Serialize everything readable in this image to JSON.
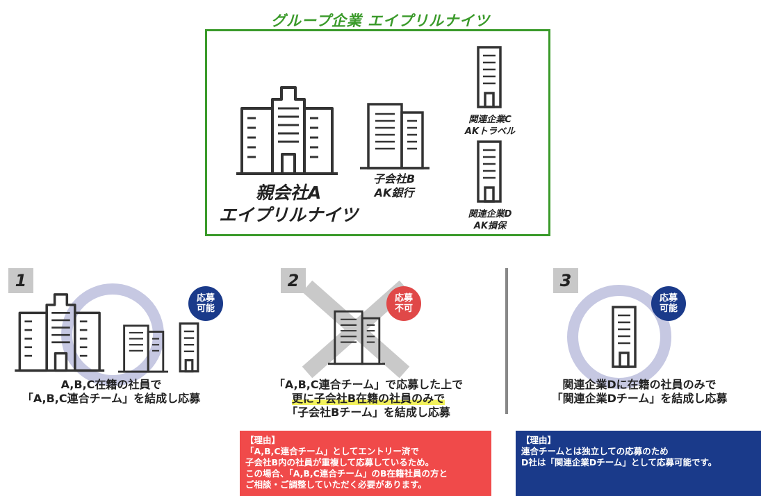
{
  "group": {
    "title": "グループ企業 エイプリルナイツ",
    "parent": {
      "line1": "親会社A",
      "line2": "エイプリルナイツ"
    },
    "sub_b": {
      "line1": "子会社B",
      "line2": "AK銀行"
    },
    "rel_c": {
      "line1": "関連企業C",
      "line2": "AKトラベル"
    },
    "rel_d": {
      "line1": "関連企業D",
      "line2": "AK損保"
    }
  },
  "cases": [
    {
      "number": "1",
      "badge": {
        "line1": "応募",
        "line2": "可能",
        "color": "#1a3a8a"
      },
      "caption": [
        "A,B,C在籍の社員で",
        "「A,B,C連合チーム」を結成し応募"
      ]
    },
    {
      "number": "2",
      "badge": {
        "line1": "応募",
        "line2": "不可",
        "color": "#e04848"
      },
      "caption": [
        "「A,B,C連合チーム」で応募した上で",
        "更に子会社B在籍の社員のみで",
        "「子会社Bチーム」を結成し応募"
      ]
    },
    {
      "number": "3",
      "badge": {
        "line1": "応募",
        "line2": "可能",
        "color": "#1a3a8a"
      },
      "caption": [
        "関連企業Dに在籍の社員のみで",
        "「関連企業Dチーム」を結成し応募"
      ]
    }
  ],
  "reasons": {
    "red": {
      "color": "#f04a4a",
      "lines": [
        "【理由】",
        "「A,B,C連合チーム」としてエントリー済で",
        "子会社B内の社員が重複して応募しているため。",
        "この場合、「A,B,C連合チーム」のB在籍社員の方と",
        "ご相談・ご調整していただく必要があります。"
      ]
    },
    "blue": {
      "color": "#1a3a8a",
      "lines": [
        "【理由】",
        "連合チームとは独立しての応募のため",
        "D社は「関連企業Dチーム」として応募可能です。"
      ]
    }
  },
  "icons": [
    "building-large-icon",
    "building-medium-icon",
    "building-tall-icon",
    "circle-ok-icon",
    "cross-ng-icon"
  ]
}
